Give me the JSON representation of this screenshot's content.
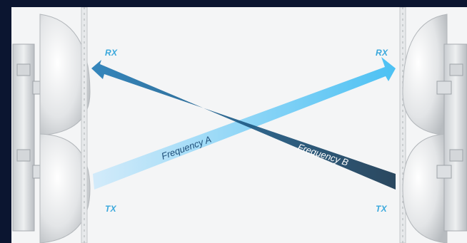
{
  "labels": {
    "left_rx": "RX",
    "right_rx": "RX",
    "left_tx": "TX",
    "right_tx": "TX",
    "frequency_a": "Frequency A",
    "frequency_b": "Frequency B"
  },
  "colors": {
    "background": "#0b1530",
    "panel": "#f4f5f6",
    "label_blue": "#3aa8dc",
    "beam_a_start": "#c8e6f8",
    "beam_a_end": "#3dbcf3",
    "beam_b_start": "#1e6fa6",
    "beam_b_end": "#14344e"
  }
}
